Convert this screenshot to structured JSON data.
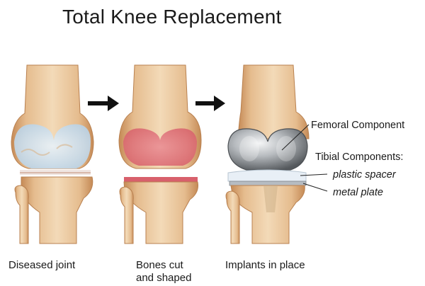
{
  "title": "Total Knee Replacement",
  "stages": [
    {
      "caption_line1": "Diseased joint",
      "caption_line2": ""
    },
    {
      "caption_line1": "Bones cut",
      "caption_line2": "and shaped"
    },
    {
      "caption_line1": "Implants in place",
      "caption_line2": ""
    }
  ],
  "annotations": {
    "femoral": "Femoral Component",
    "tibial_header": "Tibial Components:",
    "spacer": "plastic spacer",
    "plate": "metal plate"
  },
  "colors": {
    "bone": "#e9c49a",
    "bone_shade": "#c9905e",
    "cartilage_diseased": "#cfe3f2",
    "cut_surface": "#e5707a",
    "metal": "#9ea3a8",
    "plastic": "#e4edf5",
    "arrow": "#111111"
  }
}
